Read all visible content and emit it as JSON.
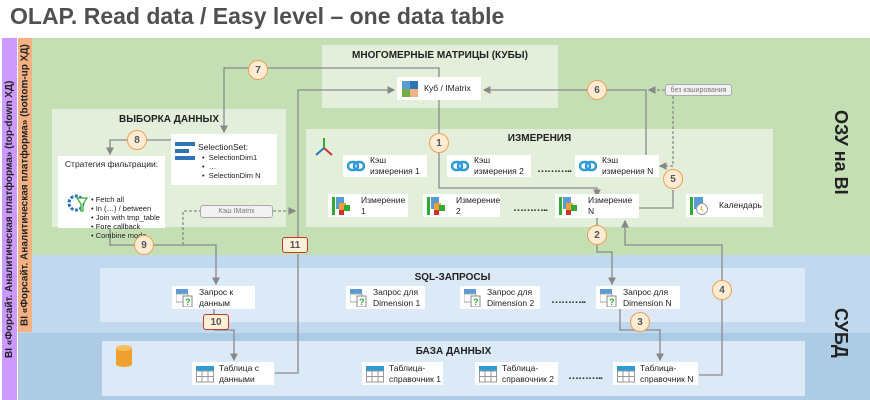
{
  "title": "OLAP. Read data / Easy level – one data table",
  "strips": {
    "top_down": "BI «Форсайт. Аналитическая платформа» (top-down ХД)",
    "bottom_up": "BI «Форсайт. Аналитическая платформа» (bottom-up ХД)"
  },
  "zones": {
    "ram": "ОЗУ на BI",
    "dbms": "СУБД"
  },
  "cubes": {
    "title": "МНОГОМЕРНЫЕ МАТРИЦЫ (КУБЫ)",
    "cube": "Куб / IMatrix"
  },
  "selection": {
    "title": "ВЫБОРКА ДАННЫХ",
    "strategy_title": "Стратегия фильтрации:",
    "strategies": [
      "• Fetch all",
      "• In (…) / between",
      "• Join with tmp_table",
      "• Fore callback",
      "• Combine mode"
    ],
    "set_title": "SelectionSet:",
    "set_items": [
      "SelectionDim1",
      "…",
      "SelectionDim N"
    ],
    "cache_pill": "Кэш IMatrix"
  },
  "dimensions": {
    "title": "ИЗМЕРЕНИЯ",
    "caches": [
      "Кэш измерения 1",
      "Кэш измерения 2",
      "Кэш измерения N"
    ],
    "dims": [
      "Измерение 1",
      "Измерение 2",
      "Измерение N"
    ],
    "calendar": "Календарь",
    "no_cache": "без кэширования",
    "dots": "……….."
  },
  "sql": {
    "title": "SQL-ЗАПРОСЫ",
    "queries": [
      "Запрос к данным",
      "Запрос для Dimension 1",
      "Запрос для Dimension 2",
      "Запрос для Dimension N"
    ]
  },
  "db": {
    "title": "БАЗА ДАННЫХ",
    "tables": [
      "Таблица с данными",
      "Таблица-справочник 1",
      "Таблица-справочник 2",
      "Таблица-справочник N"
    ]
  },
  "steps": [
    "1",
    "2",
    "3",
    "4",
    "5",
    "6",
    "7",
    "8",
    "9",
    "10",
    "11"
  ],
  "colors": {
    "ram_zone": "#c5dfb5",
    "dbms_light": "#c0d9ee",
    "dbms_dark": "#aecbe6",
    "panel_green": "#e3efda",
    "panel_blue": "#dce9f6",
    "purple": "#cc99ff",
    "orange": "#f4b183",
    "step_border": "#f0a050",
    "step_critical": "#c0392b"
  }
}
